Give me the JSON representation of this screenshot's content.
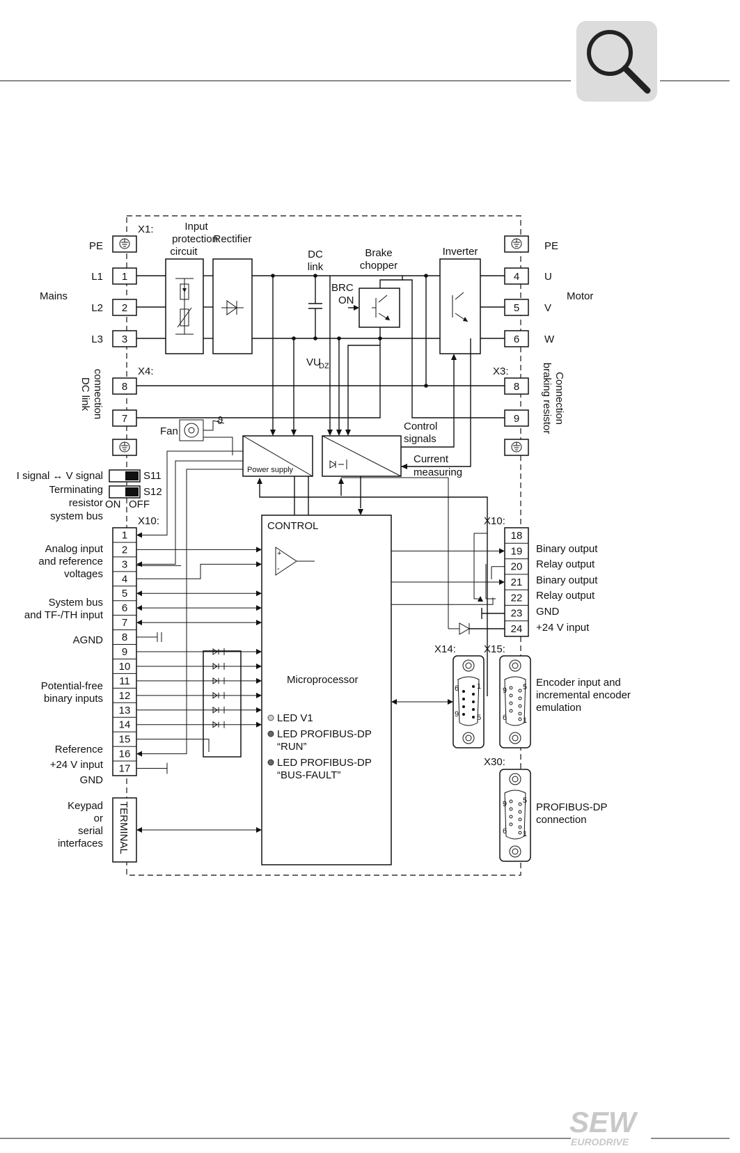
{
  "header": {
    "icon": "magnifier-icon"
  },
  "labels": {
    "mains": "Mains",
    "motor": "Motor",
    "pe_left": "PE",
    "l1": "L1",
    "l2": "L2",
    "l3": "L3",
    "pe_right": "PE",
    "u": "U",
    "v": "V",
    "w": "W",
    "x1": "X1:",
    "x3": "X3:",
    "x4": "X4:",
    "x10_left": "X10:",
    "x10_right": "X10:",
    "x14": "X14:",
    "x15": "X15:",
    "x30": "X30:",
    "input_prot_1": "Input",
    "input_prot_2": "protection",
    "input_prot_3": "circuit",
    "rectifier": "Rectifier",
    "dc_link_1": "DC",
    "dc_link_2": "link",
    "brake_1": "Brake",
    "brake_2": "chopper",
    "inverter": "Inverter",
    "brc_1": "BRC",
    "brc_2": "ON",
    "vuz": "VU",
    "vuz_sub": "DZ",
    "dc_link_conn_1": "DC link",
    "dc_link_conn_2": "connection",
    "brake_res_1": "Connection",
    "brake_res_2": "braking resistor",
    "fan": "Fan",
    "theta": "ϑ",
    "power_supply": "Power supply",
    "control_signals_1": "Control",
    "control_signals_2": "signals",
    "current_1": "Current",
    "current_2": "measuring",
    "s11_label": "I signal ↔ V signal",
    "s11": "S11",
    "s12_label_1": "Terminating",
    "s12_label_2": "resistor",
    "s12_label_3": "system bus",
    "s12": "S12",
    "on": "ON",
    "off": "OFF",
    "control": "CONTROL",
    "microprocessor": "Microprocessor",
    "analog_1": "Analog input",
    "analog_2": "and reference",
    "analog_3": "voltages",
    "sysbus_1": "System bus",
    "sysbus_2": "and TF-/TH input",
    "agnd": "AGND",
    "binary_1": "Potential-free",
    "binary_2": "binary inputs",
    "reference": "Reference",
    "out24": "+24 V input",
    "gnd_left": "GND",
    "keypad_1": "Keypad",
    "keypad_2": "or",
    "keypad_3": "serial",
    "keypad_4": "interfaces",
    "terminal": "TERMINAL",
    "led_v1": "LED V1",
    "led_run_1": "LED PROFIBUS-DP",
    "led_run_2": "“RUN”",
    "led_bus_1": "LED PROFIBUS-DP",
    "led_bus_2": "“BUS-FAULT”",
    "out19": "Binary output",
    "out20": "Relay output",
    "out21": "Binary output",
    "out22": "Relay output",
    "out23": "GND",
    "encoder_1": "Encoder input and",
    "encoder_2": "incremental encoder",
    "encoder_3": "emulation",
    "profibus_1": "PROFIBUS-DP",
    "profibus_2": "connection",
    "sub_x14_pins": [
      "6",
      "9",
      "1",
      "5"
    ],
    "sub_x15_pins": [
      "9",
      "6",
      "5",
      "1"
    ],
    "sub_x30_pins": [
      "9",
      "6",
      "5",
      "1"
    ]
  },
  "terminals": {
    "x1": [
      "1",
      "2",
      "3"
    ],
    "x3_motor": [
      "4",
      "5",
      "6"
    ],
    "x4": [
      "8",
      "7"
    ],
    "x3_brake": [
      "8",
      "9"
    ],
    "x10_left": [
      "1",
      "2",
      "3",
      "4",
      "5",
      "6",
      "7",
      "8",
      "9",
      "10",
      "11",
      "12",
      "13",
      "14",
      "15",
      "16",
      "17"
    ],
    "x10_right": [
      "18",
      "19",
      "20",
      "21",
      "22",
      "23",
      "24"
    ]
  },
  "footer": {
    "logo_1": "SEW",
    "logo_2": "EURODRIVE"
  }
}
